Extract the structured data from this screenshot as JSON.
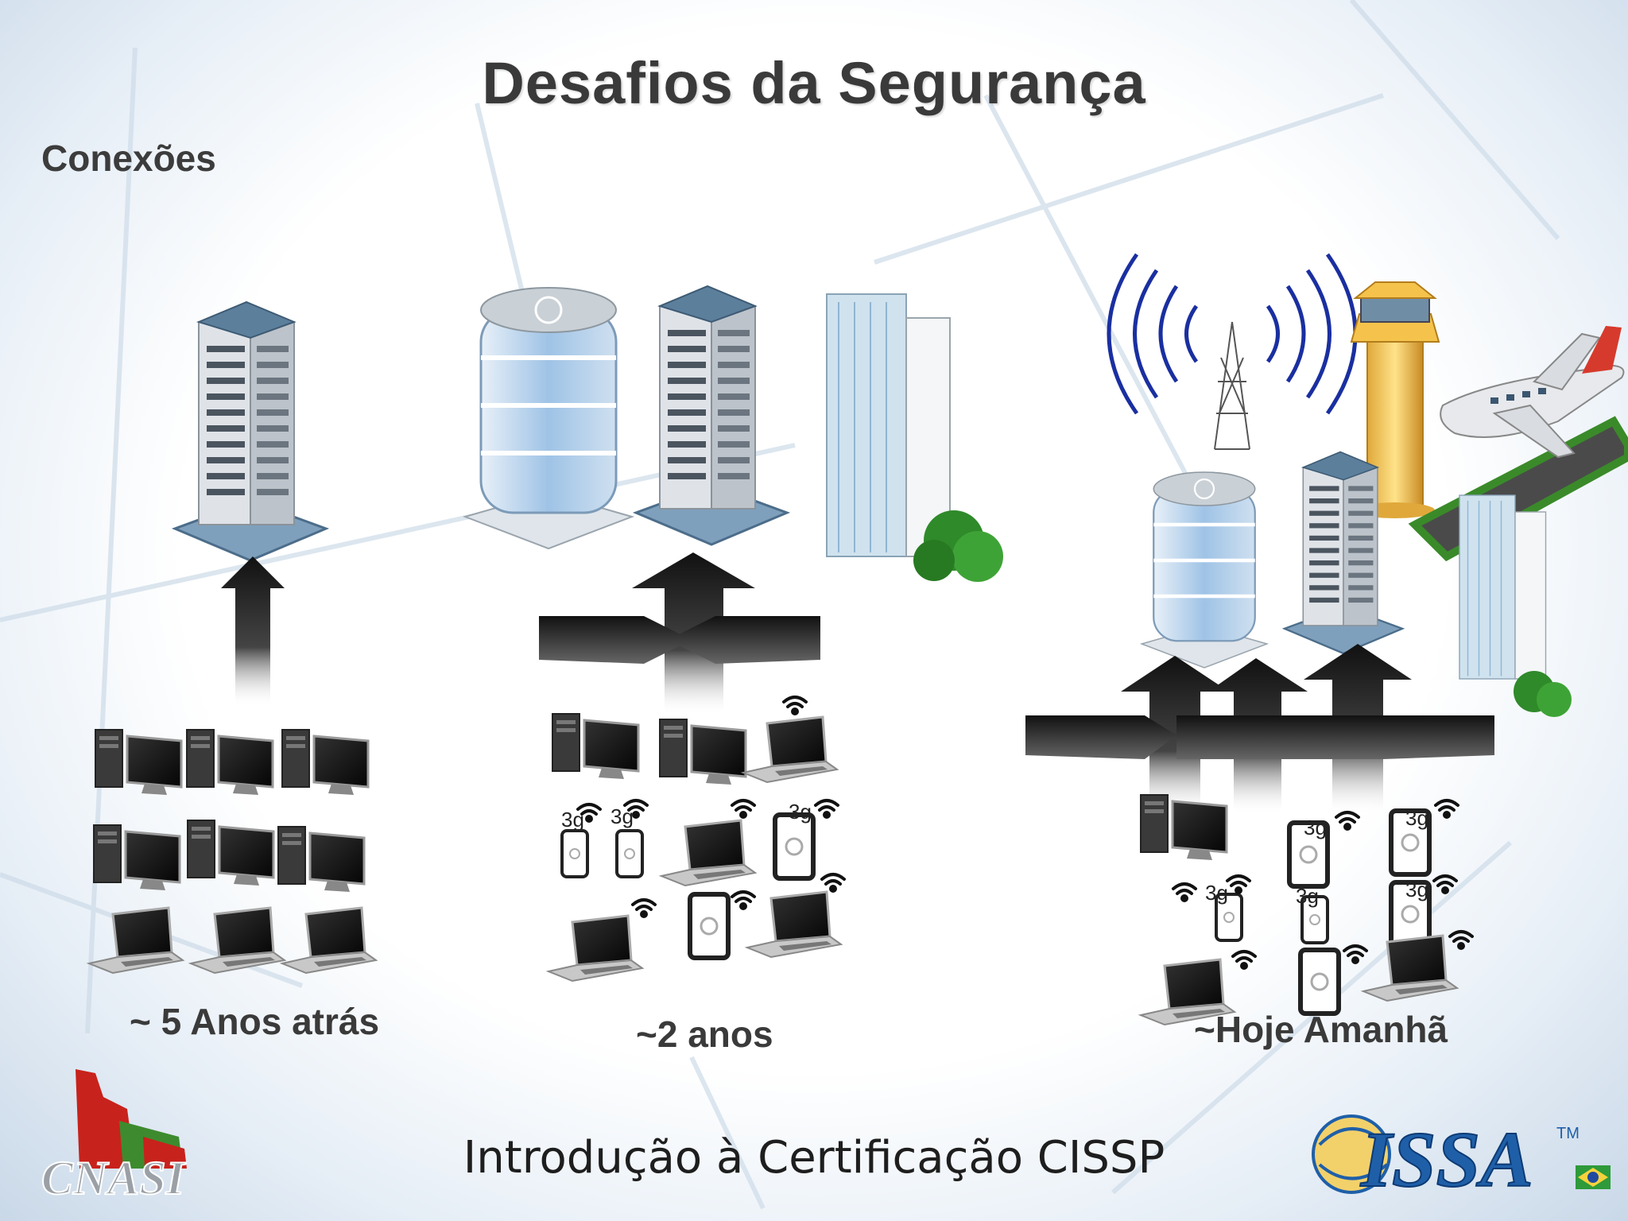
{
  "title": "Desafios da Segurança",
  "subtitle": "Conexões",
  "eras": [
    {
      "label": "~ 5 Anos atrás"
    },
    {
      "label": "~2 anos"
    },
    {
      "label": "~Hoje Amanhã"
    }
  ],
  "badge_3g": "3g",
  "footer": "Introdução à Certificação CISSP",
  "logos": {
    "left": "CNASI",
    "right": "ISSA",
    "right_tm": "TM"
  },
  "colors": {
    "title": "#3a3a3a",
    "issa_blue": "#1f5fa8",
    "tower_wave": "#1a2fa0",
    "cnasi_red": "#c8221c",
    "cnasi_green": "#3d8b2e"
  }
}
